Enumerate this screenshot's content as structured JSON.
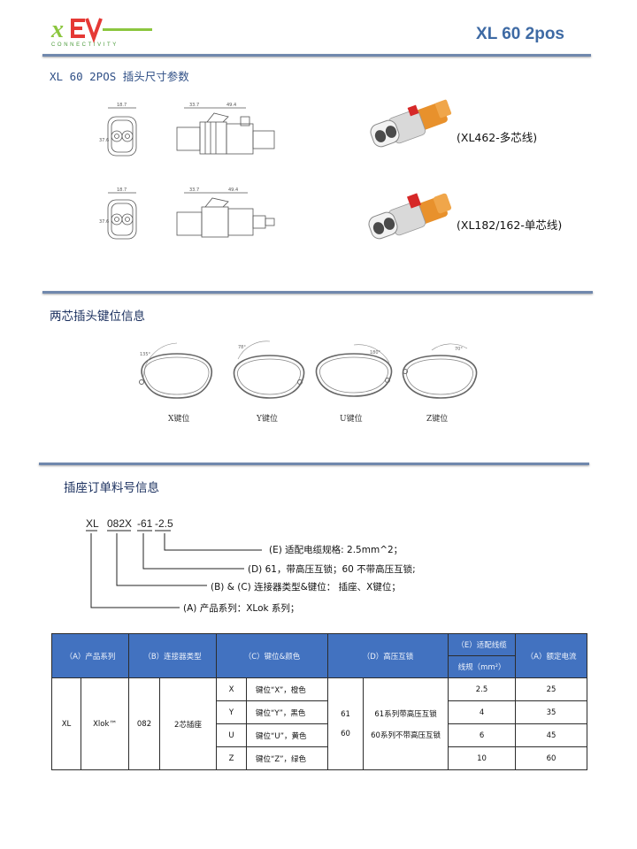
{
  "header": {
    "logo_text": "xEV",
    "logo_subtitle": "CONNECTIVITY",
    "title": "XL 60 2pos"
  },
  "section1": {
    "title": "XL 60 2POS 插头尺寸参数",
    "products": [
      {
        "caption": "(XL462-多芯线)",
        "accent": "#e8912c"
      },
      {
        "caption": "(XL182/162-单芯线)",
        "accent": "#d62828"
      }
    ]
  },
  "section2": {
    "title": "两芯插头键位信息",
    "keys": [
      {
        "label": "X键位",
        "angle": "135°"
      },
      {
        "label": "Y键位",
        "angle": "78°"
      },
      {
        "label": "U键位",
        "angle": "180°"
      },
      {
        "label": "Z键位",
        "angle": "70°"
      }
    ]
  },
  "section3": {
    "title": "插座订单料号信息",
    "code": {
      "a": "XL",
      "b": "082X",
      "c": "-61",
      "d": "-2.5"
    },
    "desc": {
      "e": "(E) 适配电缆规格: 2.5mm^2；",
      "d": "(D) 61，带高压互锁；60 不带高压互锁;",
      "bc": "(B) & (C) 连接器类型&键位： 插座、X键位；",
      "a": "(A) 产品系列：XLok 系列；"
    }
  },
  "table": {
    "headers": {
      "a": "（A）产品系列",
      "b": "（B）连接器类型",
      "c": "（C）键位&颜色",
      "d": "（D）高压互锁",
      "e1": "（E）适配线缆",
      "e2": "线规（mm²）",
      "f": "（A）额定电流"
    },
    "col_a1": "XL",
    "col_a2": "Xlok™",
    "col_b1": "082",
    "col_b2": "2芯插座",
    "d_codes": [
      "61",
      "60"
    ],
    "d_desc": [
      "61系列带高压互锁",
      "60系列不带高压互锁"
    ],
    "rows": [
      {
        "key": "X",
        "color": "键位“X”，橙色",
        "gauge": "2.5",
        "current": "25"
      },
      {
        "key": "Y",
        "color": "键位“Y”，黑色",
        "gauge": "4",
        "current": "35"
      },
      {
        "key": "U",
        "color": "键位“U”，黄色",
        "gauge": "6",
        "current": "45"
      },
      {
        "key": "Z",
        "color": "键位“Z”，绿色",
        "gauge": "10",
        "current": "60"
      }
    ]
  }
}
